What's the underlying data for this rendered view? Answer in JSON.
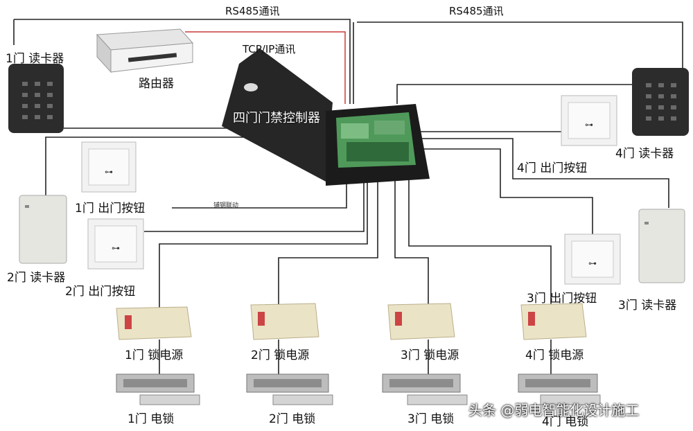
{
  "labels": {
    "rs485_left": "RS485通讯",
    "rs485_right": "RS485通讯",
    "tcpip": "TCP/IP通讯",
    "router": "路由器",
    "controller": "四门门禁控制器",
    "reader1": "1门 读卡器",
    "reader2": "2门 读卡器",
    "reader3": "3门 读卡器",
    "reader4": "4门 读卡器",
    "exit1": "1门 出门按钮",
    "exit2": "2门 出门按钮",
    "exit3": "3门 出门按钮",
    "exit4": "4门 出门按钮",
    "psu1": "1门 锁电源",
    "psu2": "2门 锁电源",
    "psu3": "3门 锁电源",
    "psu4": "4门 锁电源",
    "lock1": "1门 电锁",
    "lock2": "2门 电锁",
    "lock3": "3门 电锁",
    "lock4": "4门 电锁",
    "small_note": "铺钢联动",
    "watermark": "头条 @弱电智能化设计施工"
  },
  "colors": {
    "line": "#222222",
    "red_line": "#c83a3a",
    "reader_body": "#2c2c2c",
    "controller_body": "#1e1e1e",
    "board_green": "#4f9a5a"
  }
}
